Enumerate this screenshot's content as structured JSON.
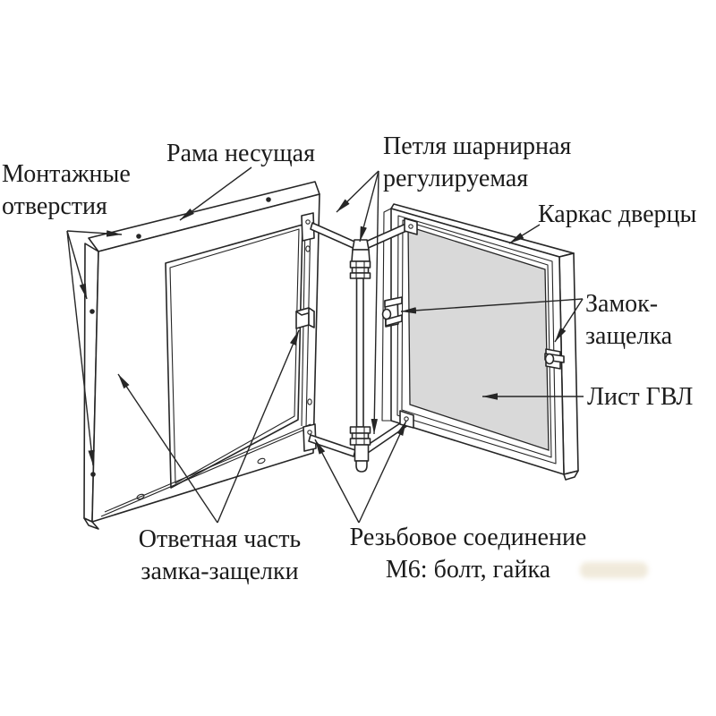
{
  "colors": {
    "background": "#ffffff",
    "line": "#262626",
    "text": "#1b1b1b",
    "panel_fill": "#d9d9d9",
    "smudge": "#d9c9a2"
  },
  "labels": {
    "mounting_holes": {
      "line1": "Монтажные",
      "line2": "отверстия"
    },
    "bearing_frame": {
      "text": "Рама несущая"
    },
    "hinge": {
      "line1": "Петля шарнирная",
      "line2": "регулируемая"
    },
    "door_frame": {
      "text": "Каркас дверцы"
    },
    "latch": {
      "line1": "Замок-",
      "line2": "защелка"
    },
    "gvl_sheet": {
      "text": "Лист ГВЛ"
    },
    "latch_striker": {
      "line1": "Ответная часть",
      "line2": "замка-защелки"
    },
    "threaded_joint": {
      "line1": "Резьбовое соединение",
      "line2": "М6: болт, гайка"
    }
  }
}
